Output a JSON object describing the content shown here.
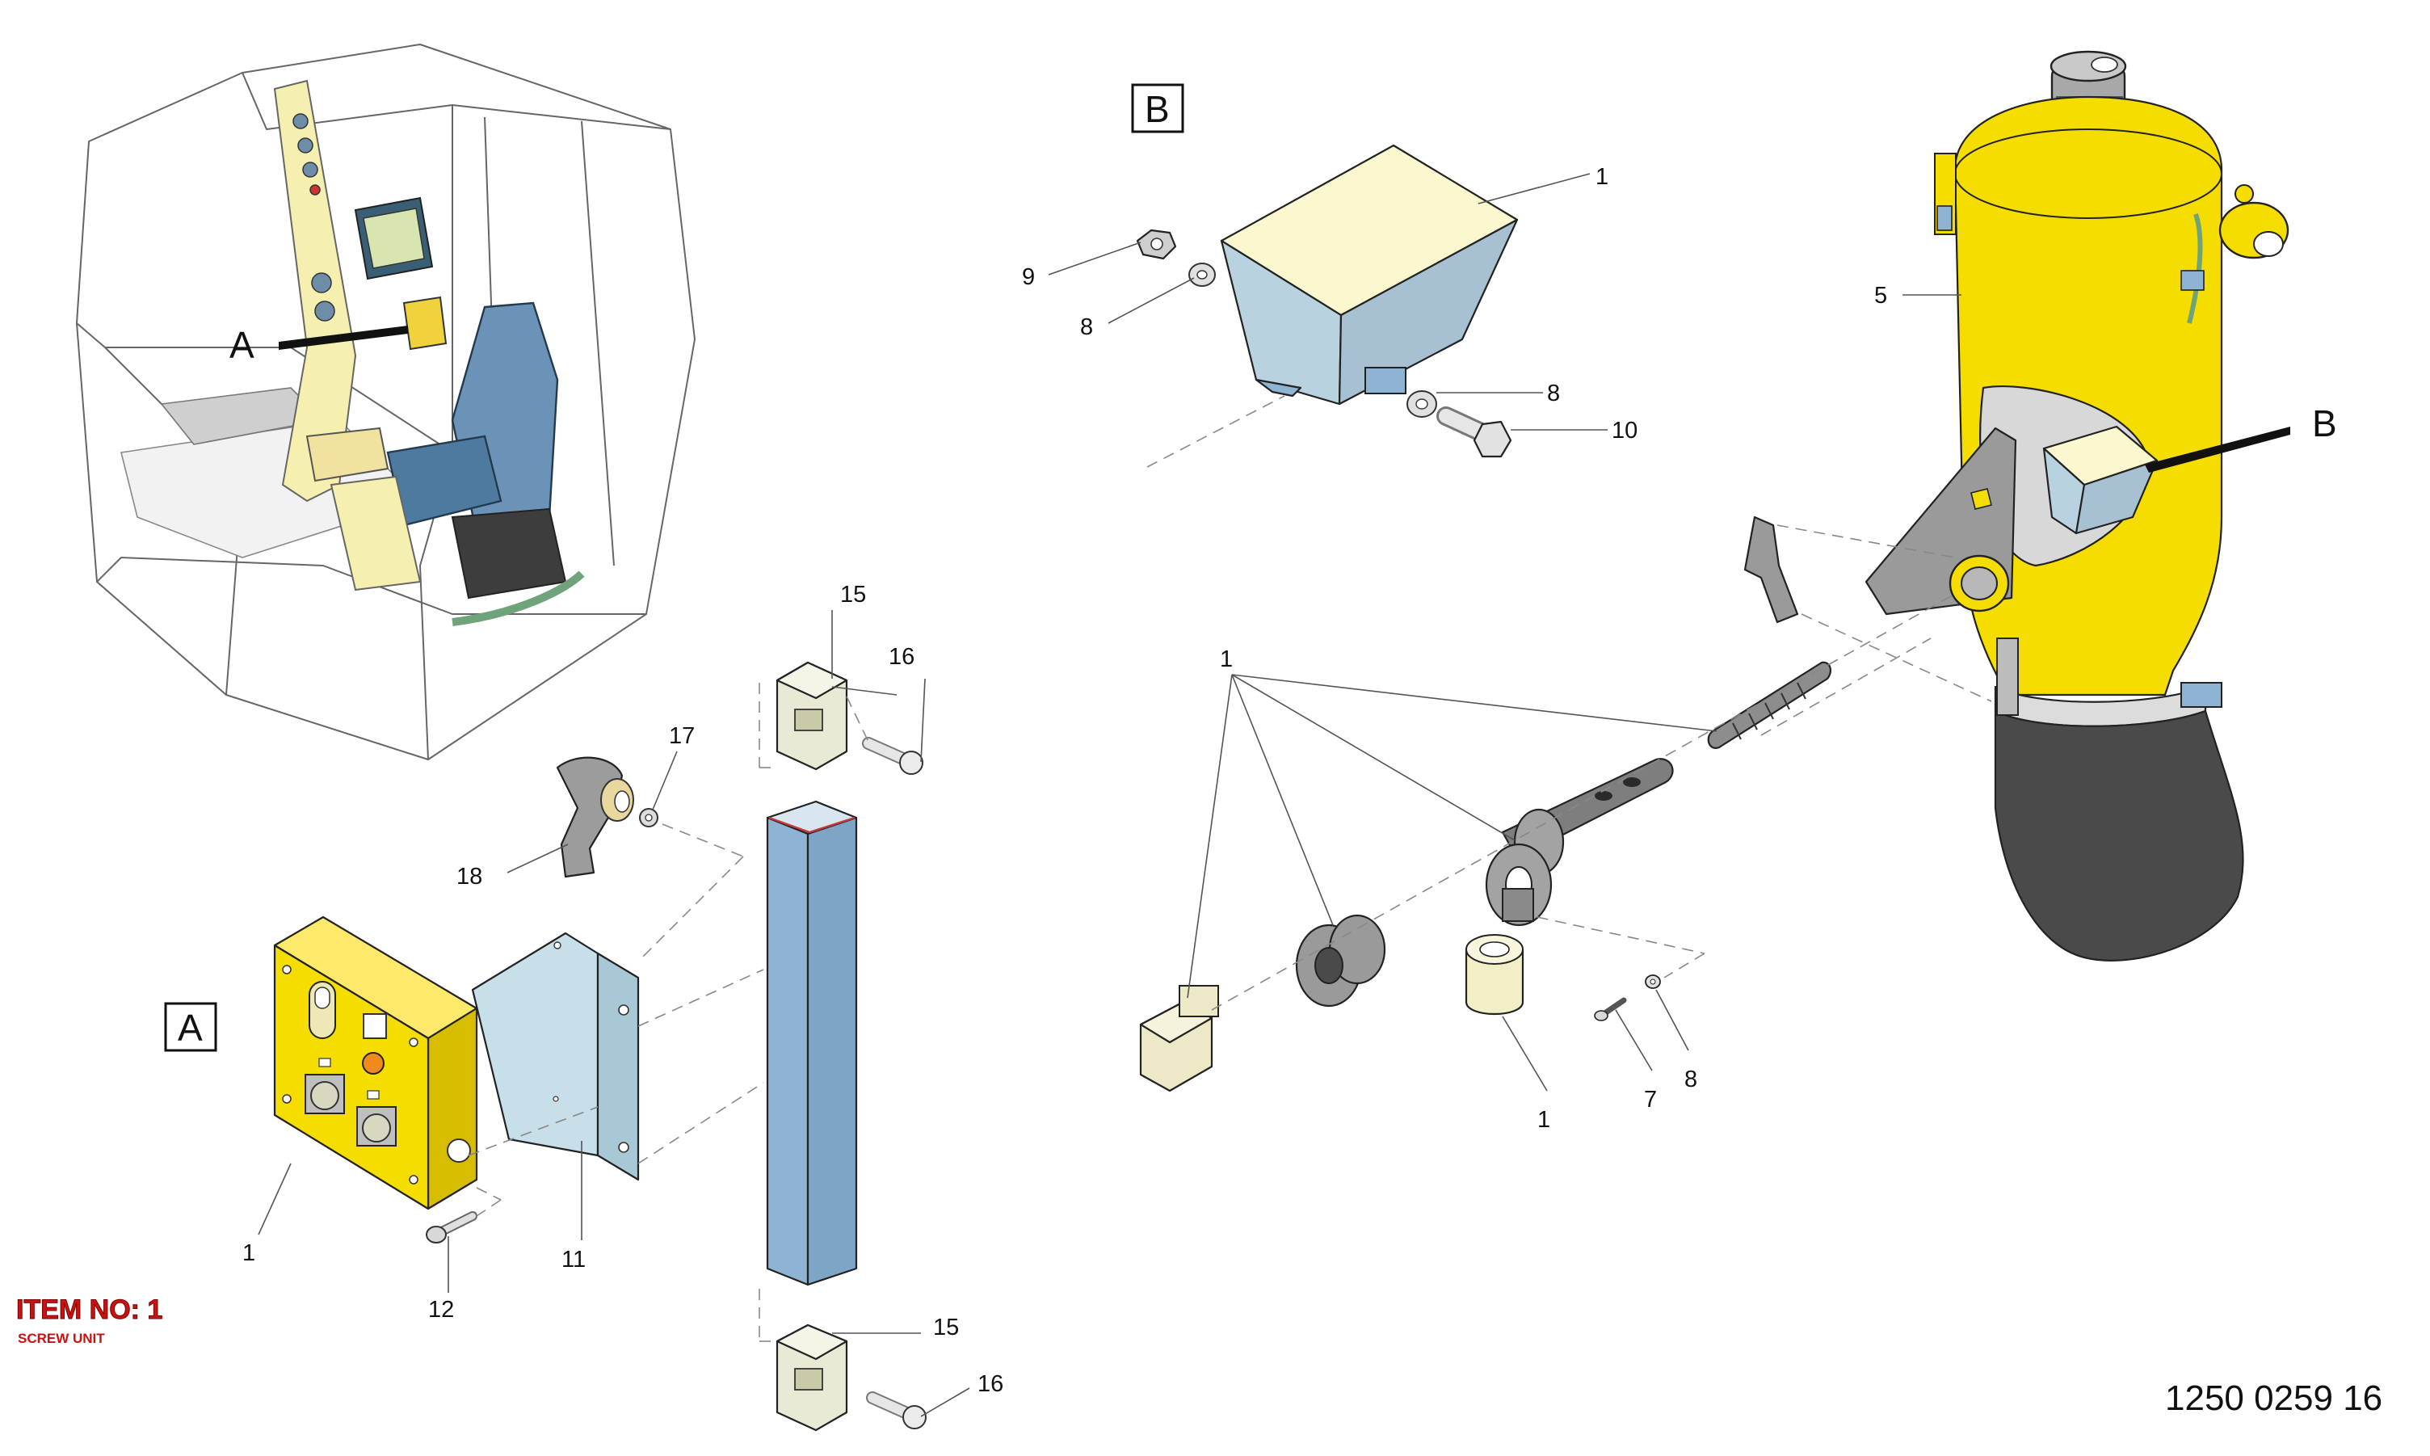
{
  "views": {
    "cab_view_marker": "A",
    "view_a_label": "A",
    "view_b_label": "B",
    "silo_view_marker": "B"
  },
  "callouts": {
    "a_box_1": "1",
    "a_box_11": "11",
    "a_box_12": "12",
    "a_box_15_top": "15",
    "a_box_16_top": "16",
    "a_box_15_bottom": "15",
    "a_box_16_bottom": "16",
    "a_box_17": "17",
    "a_box_18": "18",
    "b_hopper_1": "1",
    "b_nut_9": "9",
    "b_washer_8_left": "8",
    "b_washer_8_right": "8",
    "b_bolt_10": "10",
    "b_tank_5": "5",
    "b_screw_1": "1",
    "b_bushing_1": "1",
    "b_pin_7": "7",
    "b_washer_8_bottom": "8"
  },
  "item": {
    "title": "ITEM NO: 1",
    "subtitle": "SCREW UNIT"
  },
  "reference_number": "1250 0259 16",
  "colors": {
    "yellow": "#f5dd00",
    "blue_grey": "#8fb3d3",
    "light_blue": "#b9d2e0",
    "cream": "#fbf7cf",
    "grey": "#9a9a9a",
    "dark_grey": "#4a4a4a",
    "item_red": "#cc1111"
  }
}
